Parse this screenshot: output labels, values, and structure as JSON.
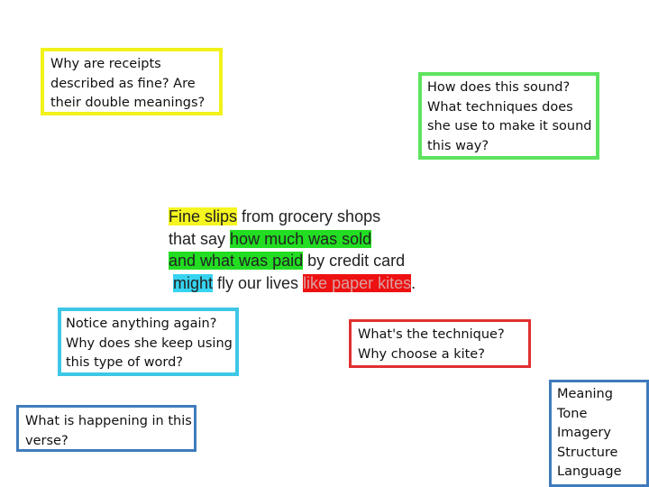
{
  "questions": {
    "yellow": [
      "Why are receipts",
      "described as fine? Are",
      "their double meanings?"
    ],
    "green": [
      "How does this sound?",
      "What techniques does",
      "she use to make it sound",
      "this way?"
    ],
    "cyan": [
      "Notice anything again?",
      "Why does she keep using",
      "this type of word?"
    ],
    "red": [
      "What's the technique?",
      "Why choose a kite?"
    ],
    "blue": [
      "What is happening in this",
      "verse?"
    ]
  },
  "checklist": [
    "Meaning",
    "Tone",
    "Imagery",
    "Structure",
    "Language"
  ],
  "poem": {
    "line1": {
      "hl": "Fine slips",
      "rest": " from grocery shops"
    },
    "line2": {
      "pre": "that say ",
      "hl": "how much was sold"
    },
    "line3": {
      "hl": "and what was paid",
      "rest": " by credit card"
    },
    "line4": {
      "pre": " ",
      "hl1": "might",
      "mid": " fly our lives ",
      "hl2": "like paper kites",
      "end": "."
    }
  },
  "colors": {
    "yellow": "#f2f21a",
    "green": "#5ee35e",
    "cyan": "#3dc7e6",
    "red": "#e03030",
    "blue": "#3f7bbd"
  }
}
